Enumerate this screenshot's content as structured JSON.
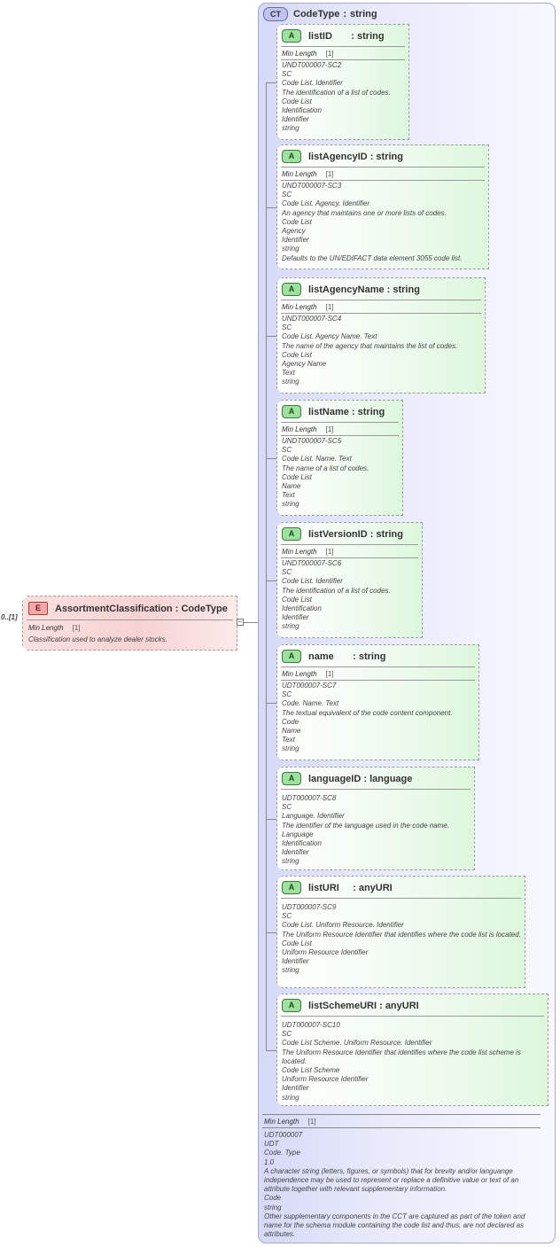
{
  "element": {
    "badge": "E",
    "name": "AssortmentClassification",
    "type": "CodeType",
    "cardinality": "0..[1]",
    "facet_label": "Min Length",
    "facet_value": "[1]",
    "doc": "Classification used to analyze dealer stocks.",
    "collapse_symbol": "−"
  },
  "complex_type": {
    "badge": "CT",
    "name": "CodeType",
    "base": "string",
    "facet_label": "Min Length",
    "facet_value": "[1]",
    "doc": [
      "UDT000007",
      "UDT",
      "Code. Type",
      "1.0",
      "A character string (letters, figures, or symbols) that for brevity and/or languange independence may be used to represent or replace a definitive value or text of an attribute together with relevant supplementary information.",
      "Code",
      "string",
      "Other supplementary components in the CCT are captured as part of the token and name for the schema module containing the code list and thus, are not declared as attributes."
    ]
  },
  "attributes": [
    {
      "badge": "A",
      "name": "listID      ",
      "type": "string",
      "facet_label": "Min Length",
      "facet_value": "[1]",
      "doc": [
        "UNDT000007-SC2",
        "SC",
        "Code List. Identifier",
        "The identification of a list of codes.",
        "Code List",
        "Identification",
        "Identifier",
        "string"
      ]
    },
    {
      "badge": "A",
      "name": "listAgencyID",
      "type": "string",
      "facet_label": "Min Length",
      "facet_value": "[1]",
      "doc": [
        "UNDT000007-SC3",
        "SC",
        "Code List. Agency. Identifier",
        "An agency that maintains one or more lists of codes.",
        "Code List",
        "Agency",
        "Identifier",
        "string",
        "Defaults to the UN/EDIFACT data element 3055 code list."
      ]
    },
    {
      "badge": "A",
      "name": "listAgencyName",
      "type": "string",
      "facet_label": "Min Length",
      "facet_value": "[1]",
      "doc": [
        "UNDT000007-SC4",
        "SC",
        "Code List. Agency Name. Text",
        "The name of the agency that maintains the list of codes.",
        "Code List",
        "Agency Name",
        "Text",
        "string"
      ]
    },
    {
      "badge": "A",
      "name": "listName",
      "type": "string",
      "facet_label": "Min Length",
      "facet_value": "[1]",
      "doc": [
        "UNDT000007-SC5",
        "SC",
        "Code List. Name. Text",
        "The name of a list of codes.",
        "Code List",
        "Name",
        "Text",
        "string"
      ]
    },
    {
      "badge": "A",
      "name": "listVersionID",
      "type": "string",
      "facet_label": "Min Length",
      "facet_value": "[1]",
      "doc": [
        "UNDT000007-SC6",
        "SC",
        "Code List. Identifier",
        "The identification of a list of codes.",
        "Code List",
        "Identification",
        "Identifier",
        "string"
      ]
    },
    {
      "badge": "A",
      "name": "name      ",
      "type": "string",
      "facet_label": "Min Length",
      "facet_value": "[1]",
      "doc": [
        "UDT000007-SC7",
        "SC",
        "Code. Name. Text",
        "The textual equivalent of the code content component.",
        "Code",
        "Name",
        "Text",
        "string"
      ]
    },
    {
      "badge": "A",
      "name": "languageID",
      "type": "language",
      "doc": [
        "UDT000007-SC8",
        "SC",
        "Language. Identifier",
        "The identifier of the language used in the code name.",
        "Language",
        "Identification",
        "Identifier",
        "string"
      ]
    },
    {
      "badge": "A",
      "name": "listURI    ",
      "type": "anyURI",
      "doc": [
        "UDT000007-SC9",
        "SC",
        "Code List. Uniform Resource. Identifier",
        "The Uniform Resource Identifier that identifies where the code list is located.",
        "Code List",
        "Uniform Resource Identifier",
        "Identifier",
        "string"
      ]
    },
    {
      "badge": "A",
      "name": "listSchemeURI",
      "type": "anyURI",
      "doc": [
        "UDT000007-SC10",
        "SC",
        "Code List Scheme. Uniform Resource. Identifier",
        "The Uniform Resource Identifier that identifies where the code list scheme is located.",
        "Code List Scheme",
        "Uniform Resource Identifier",
        "Identifier",
        "string"
      ]
    }
  ]
}
